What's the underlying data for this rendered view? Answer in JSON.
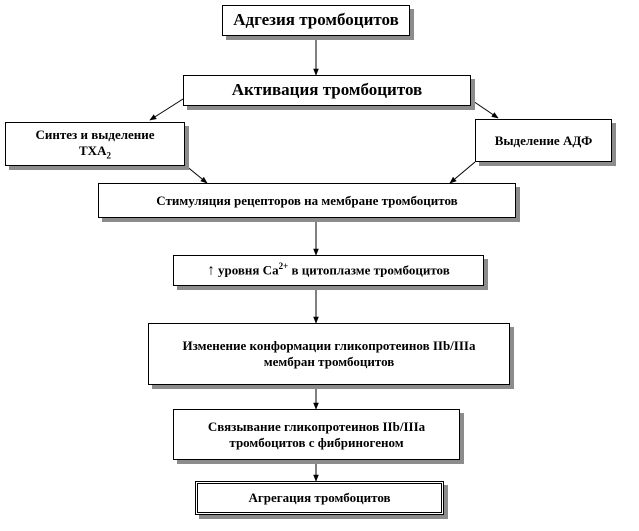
{
  "diagram": {
    "nodes": {
      "adhesion": {
        "text": "Адгезия тромбоцитов"
      },
      "activation": {
        "text": "Активация тромбоцитов"
      },
      "txa2": {
        "line1": "Синтез и выделение",
        "line2_main": "ТХА",
        "line2_sub": "2"
      },
      "adp": {
        "text": "Выделение АДФ"
      },
      "stimulation": {
        "text": "Стимуляция рецепторов на мембране тромбоцитов"
      },
      "calcium": {
        "arrow": "↑",
        "before": "уровня Ca",
        "sup": "2+",
        "after": " в цитоплазме тромбоцитов"
      },
      "conformation": {
        "line1": "Изменение конформации гликопротеинов IIb/IIIa",
        "line2": "мембран тромбоцитов"
      },
      "binding": {
        "line1": "Связывание гликопротеинов IIb/IIIa",
        "line2": "тромбоцитов с фибриногеном"
      },
      "aggregation": {
        "text": "Агрегация тромбоцитов"
      }
    },
    "edges": [
      {
        "from": "adhesion",
        "to": "activation"
      },
      {
        "from": "activation",
        "to": "txa2"
      },
      {
        "from": "activation",
        "to": "adp"
      },
      {
        "from": "txa2",
        "to": "stimulation"
      },
      {
        "from": "adp",
        "to": "stimulation"
      },
      {
        "from": "stimulation",
        "to": "calcium"
      },
      {
        "from": "calcium",
        "to": "conformation"
      },
      {
        "from": "conformation",
        "to": "binding"
      },
      {
        "from": "binding",
        "to": "aggregation"
      }
    ]
  }
}
